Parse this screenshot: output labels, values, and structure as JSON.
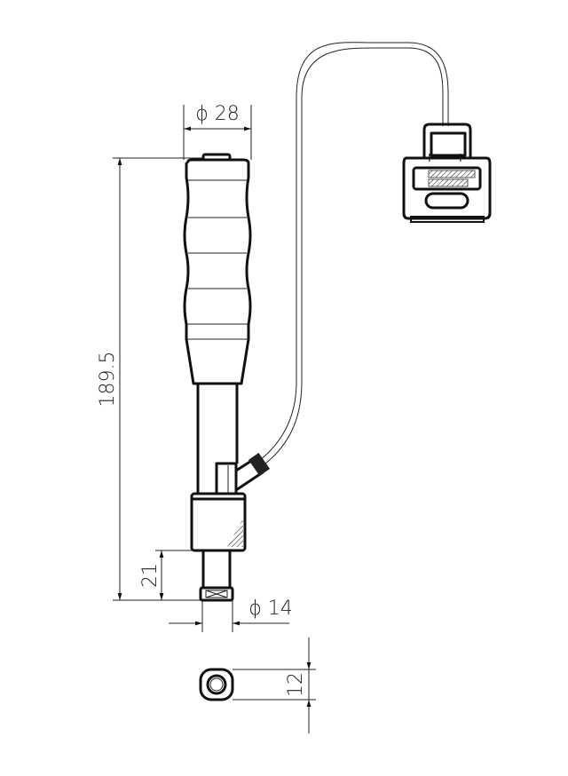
{
  "dimensions": {
    "handle_diameter": "ϕ 28",
    "total_length": "189.5",
    "tip_length": "21",
    "tip_diameter": "ϕ 14",
    "tip_width": "12"
  },
  "colors": {
    "line": "#111111",
    "background": "#ffffff"
  }
}
